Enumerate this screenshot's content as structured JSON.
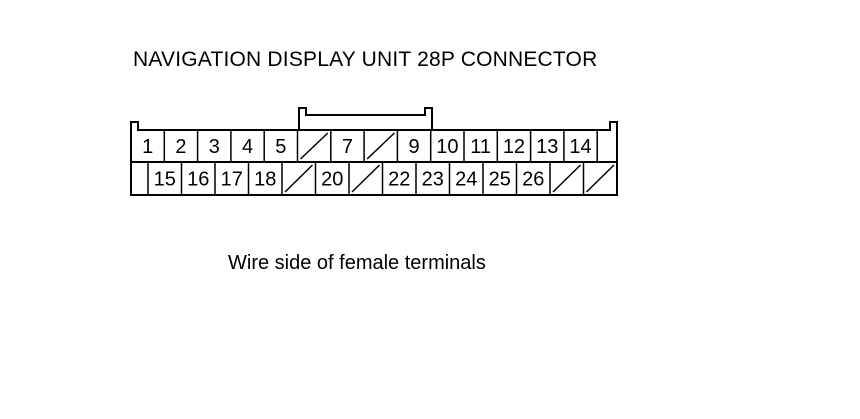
{
  "title": "NAVIGATION DISPLAY UNIT 28P CONNECTOR",
  "caption": "Wire side of female terminals",
  "connector": {
    "top_row": [
      "1",
      "2",
      "3",
      "4",
      "5",
      "",
      "7",
      "",
      "9",
      "10",
      "11",
      "12",
      "13",
      "14"
    ],
    "bottom_row": [
      "15",
      "16",
      "17",
      "18",
      "",
      "20",
      "",
      "22",
      "23",
      "24",
      "25",
      "26",
      "",
      ""
    ]
  }
}
